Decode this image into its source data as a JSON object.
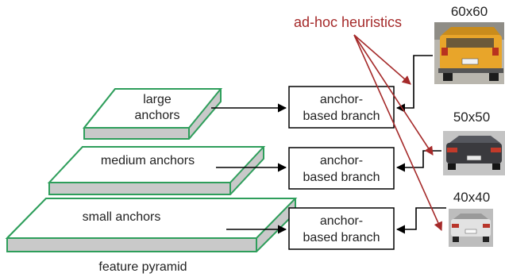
{
  "heuristics_label": "ad-hoc heuristics",
  "pyramid": {
    "caption": "feature pyramid",
    "levels": [
      {
        "lines": [
          "large",
          "anchors"
        ]
      },
      {
        "lines": [
          "medium anchors"
        ]
      },
      {
        "lines": [
          "small anchors"
        ]
      }
    ]
  },
  "branches": [
    {
      "lines": [
        "anchor-",
        "based branch"
      ]
    },
    {
      "lines": [
        "anchor-",
        "based branch"
      ]
    },
    {
      "lines": [
        "anchor-",
        "based branch"
      ]
    }
  ],
  "images": [
    {
      "size_label": "60x60",
      "content": "yellow pickup truck, rear view",
      "color": "#e8a52a"
    },
    {
      "size_label": "50x50",
      "content": "dark sedan, rear view",
      "color": "#3a3a3e"
    },
    {
      "size_label": "40x40",
      "content": "white car, rear view",
      "color": "#d9d9d9"
    }
  ],
  "colors": {
    "slab_edge": "#2e9e5b",
    "slab_side": "#c9c9c9",
    "heuristics": "#a52a2a",
    "arrow": "#000000"
  }
}
